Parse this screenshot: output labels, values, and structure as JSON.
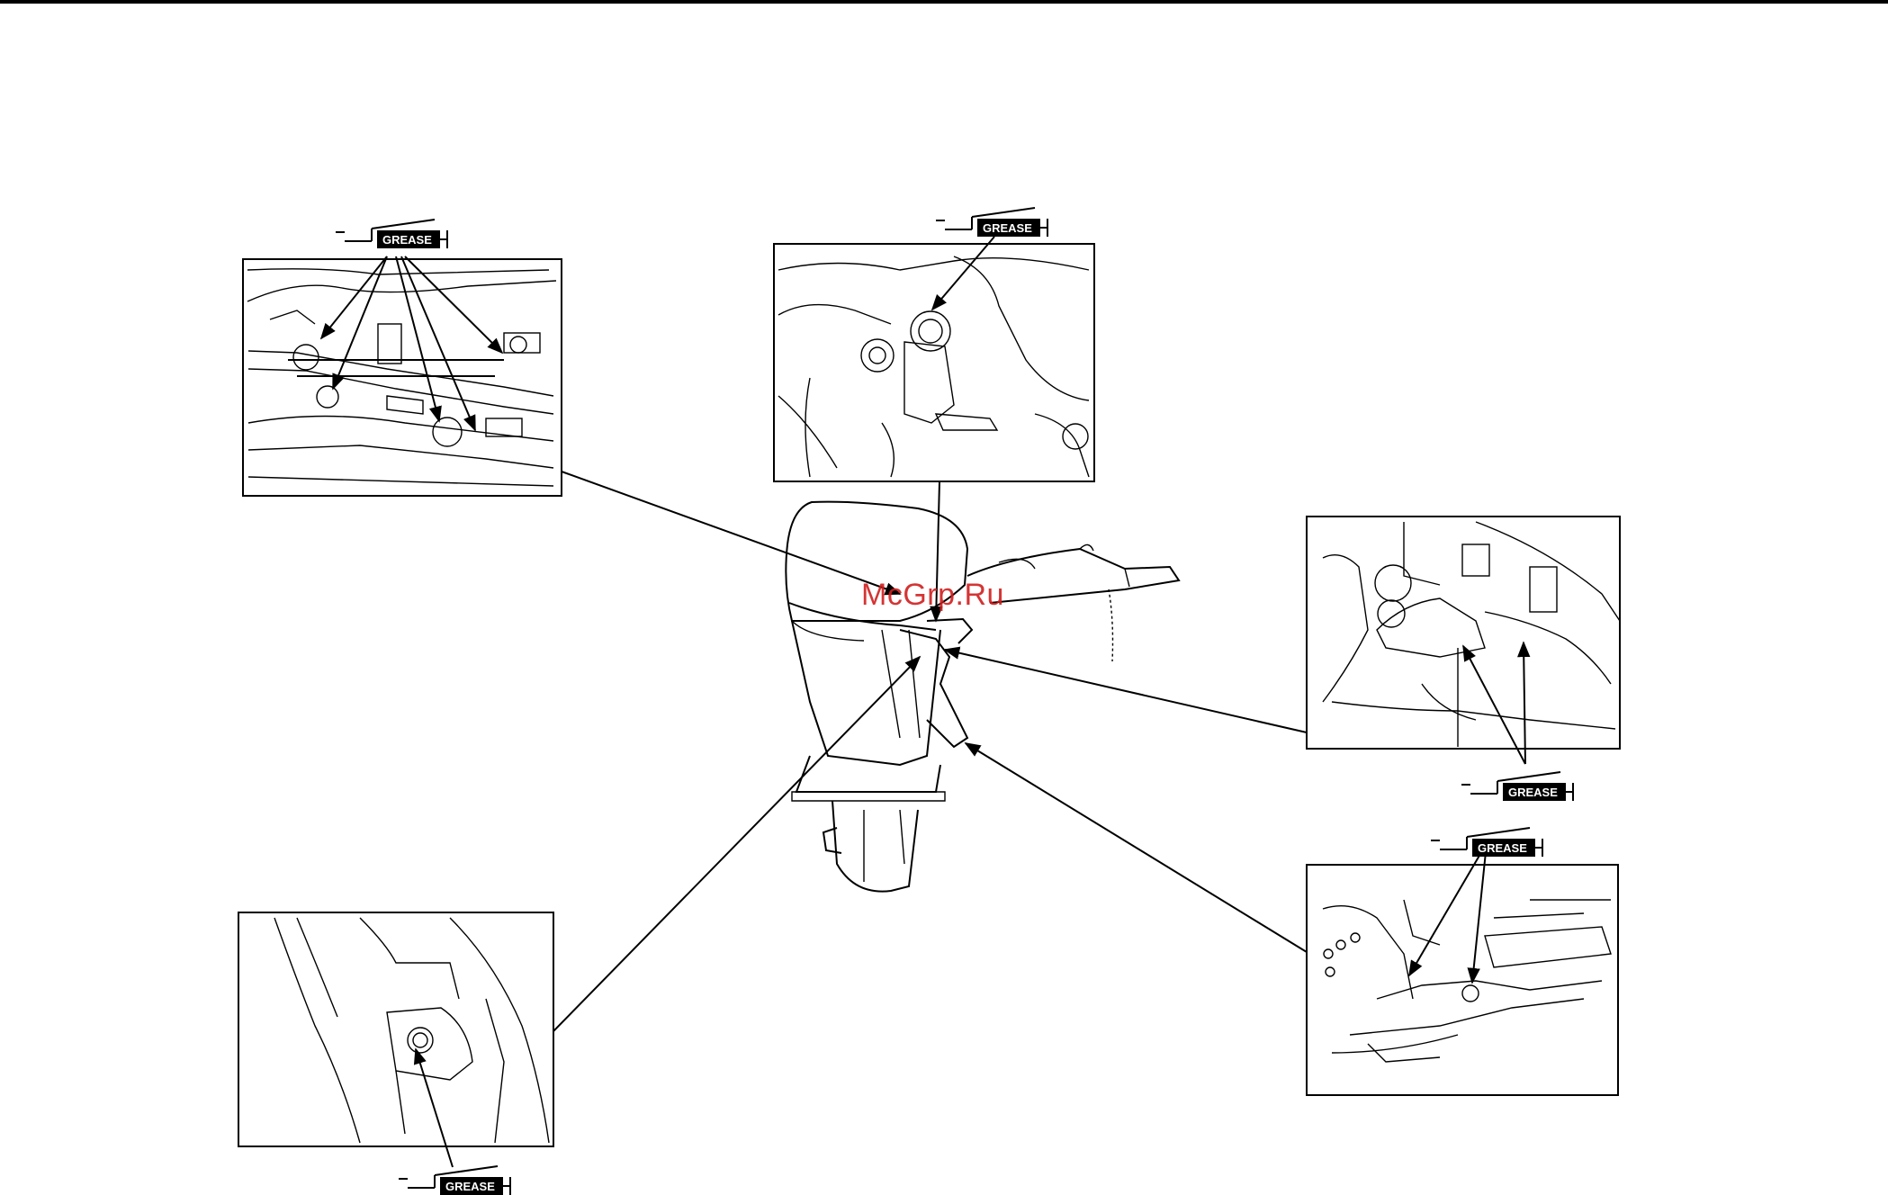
{
  "watermark": "McGrp.Ru",
  "grease_label": "GREASE",
  "callouts": [
    {
      "id": "top-left-detail",
      "label": "GREASE"
    },
    {
      "id": "top-center-detail",
      "label": "GREASE"
    },
    {
      "id": "right-upper-detail",
      "label": "GREASE"
    },
    {
      "id": "right-lower-detail",
      "label": "GREASE"
    },
    {
      "id": "bottom-left-detail",
      "label": "GREASE"
    }
  ]
}
